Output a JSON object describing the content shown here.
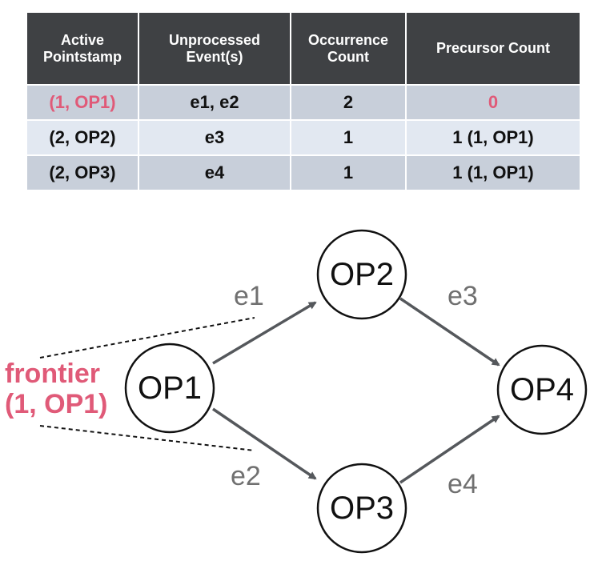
{
  "table": {
    "headers": [
      "Active Pointstamp",
      "Unprocessed Event(s)",
      "Occurrence Count",
      "Precursor Count"
    ],
    "rows": [
      [
        "(1, OP1)",
        "e1, e2",
        "2",
        "0"
      ],
      [
        "(2, OP2)",
        "e3",
        "1",
        "1 (1, OP1)"
      ],
      [
        "(2, OP3)",
        "e4",
        "1",
        "1 (1, OP1)"
      ]
    ]
  },
  "graph": {
    "nodes": [
      "OP1",
      "OP2",
      "OP3",
      "OP4"
    ],
    "edges": [
      {
        "from": "OP1",
        "to": "OP2",
        "label": "e1"
      },
      {
        "from": "OP1",
        "to": "OP3",
        "label": "e2"
      },
      {
        "from": "OP2",
        "to": "OP4",
        "label": "e3"
      },
      {
        "from": "OP3",
        "to": "OP4",
        "label": "e4"
      }
    ],
    "frontier": {
      "line1": "frontier",
      "line2": "(1, OP1)"
    }
  },
  "colors": {
    "highlight": "#e05a78",
    "header_bg": "#3f4144",
    "row_dark": "#c8cfda",
    "row_light": "#e2e8f1",
    "edge": "#55585c"
  }
}
